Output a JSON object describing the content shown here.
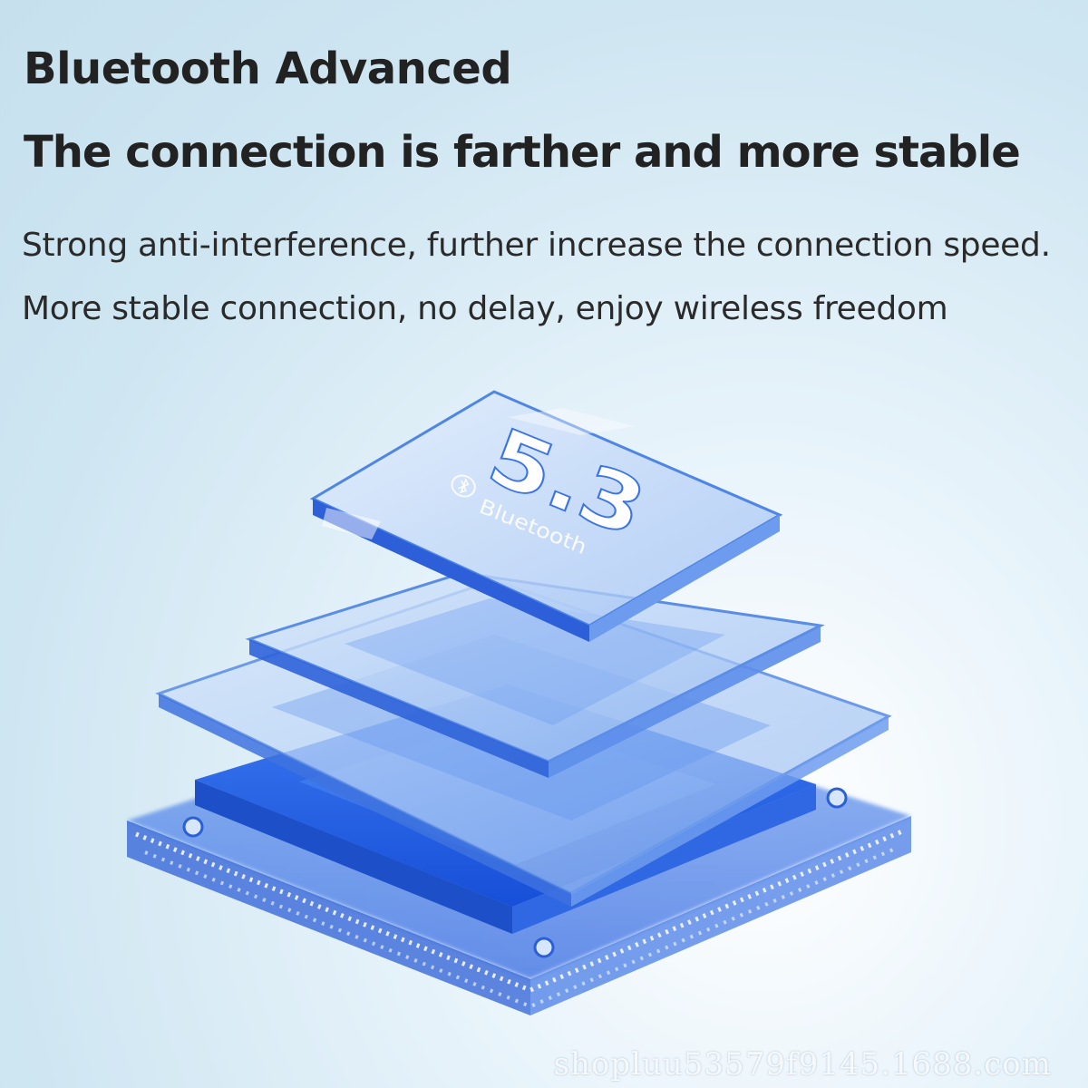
{
  "headline": {
    "line1": "Bluetooth Advanced",
    "line2": "The connection is farther and more stable"
  },
  "description": "Strong anti-interference, further increase the connection speed. More stable connection, no delay, enjoy wireless freedom",
  "chip": {
    "version": "5.3",
    "brand": "Bluetooth",
    "icon": "bluetooth-icon"
  },
  "watermark": "shopluu53579f9145.1688.com",
  "colors": {
    "accent_blue": "#1f5fe0",
    "glass_blue": "#8fb6f0",
    "text_dark": "#222222"
  }
}
